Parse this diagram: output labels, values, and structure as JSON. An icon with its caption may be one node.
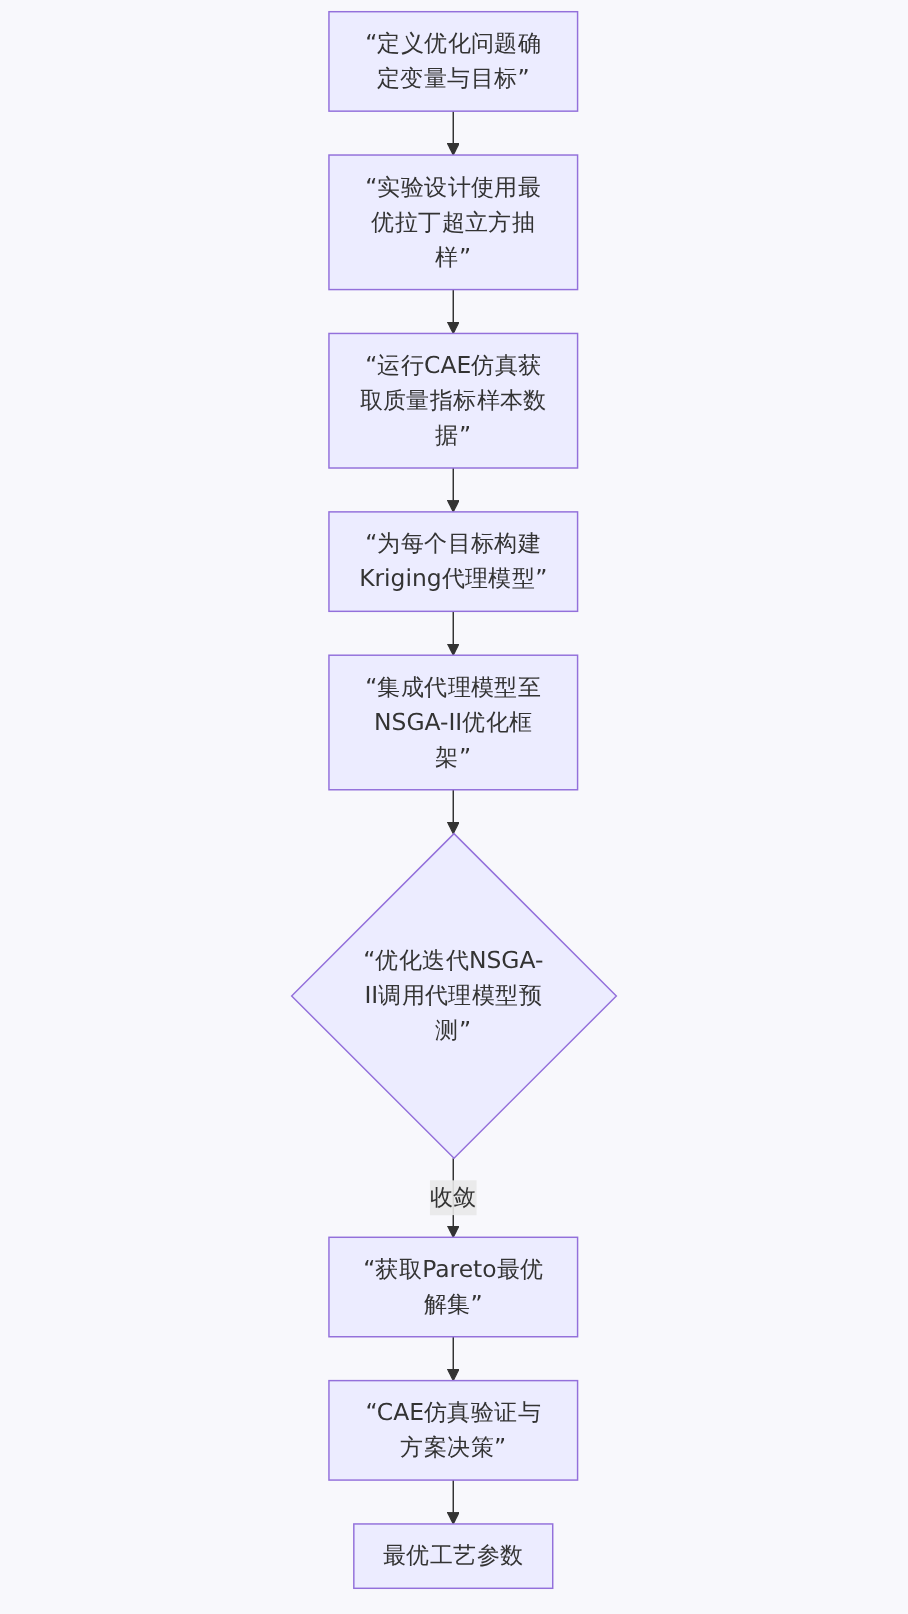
{
  "diagram": {
    "nodes": [
      {
        "text": [
          "“定义优化问题确定变量与目标”"
        ]
      },
      {
        "text": [
          "“实验设计使用最优拉丁超立方抽样”"
        ]
      },
      {
        "text": [
          "“运行CAE仿真获取质量指标样本数据”"
        ]
      },
      {
        "text": [
          "“为每个目标构建Kriging代理模型”"
        ]
      },
      {
        "text": [
          "“集成代理模型至NSGA-II优化框架”"
        ]
      },
      {
        "text": [
          "“优化迭代NSGA-II调用代理模型预测”"
        ]
      },
      {
        "text": [
          "“获取Pareto最优解集”"
        ]
      },
      {
        "text": [
          "“CAE仿真验证与方案决策”"
        ]
      },
      {
        "text": [
          "最优工艺参数"
        ]
      }
    ],
    "edges": [
      {
        "from": 0,
        "to": 1,
        "arrow": "to"
      },
      {
        "from": 1,
        "to": 2,
        "arrow": "to"
      },
      {
        "from": 2,
        "to": 3,
        "arrow": "to"
      },
      {
        "from": 3,
        "to": 4,
        "arrow": "to"
      },
      {
        "from": 4,
        "to": 5,
        "arrow": "to"
      },
      {
        "from": 5,
        "to": 6,
        "arrow": "to",
        "label": "收敛"
      },
      {
        "from": 6,
        "to": 7,
        "arrow": "to"
      },
      {
        "from": 7,
        "to": 8,
        "arrow": "to"
      }
    ]
  }
}
